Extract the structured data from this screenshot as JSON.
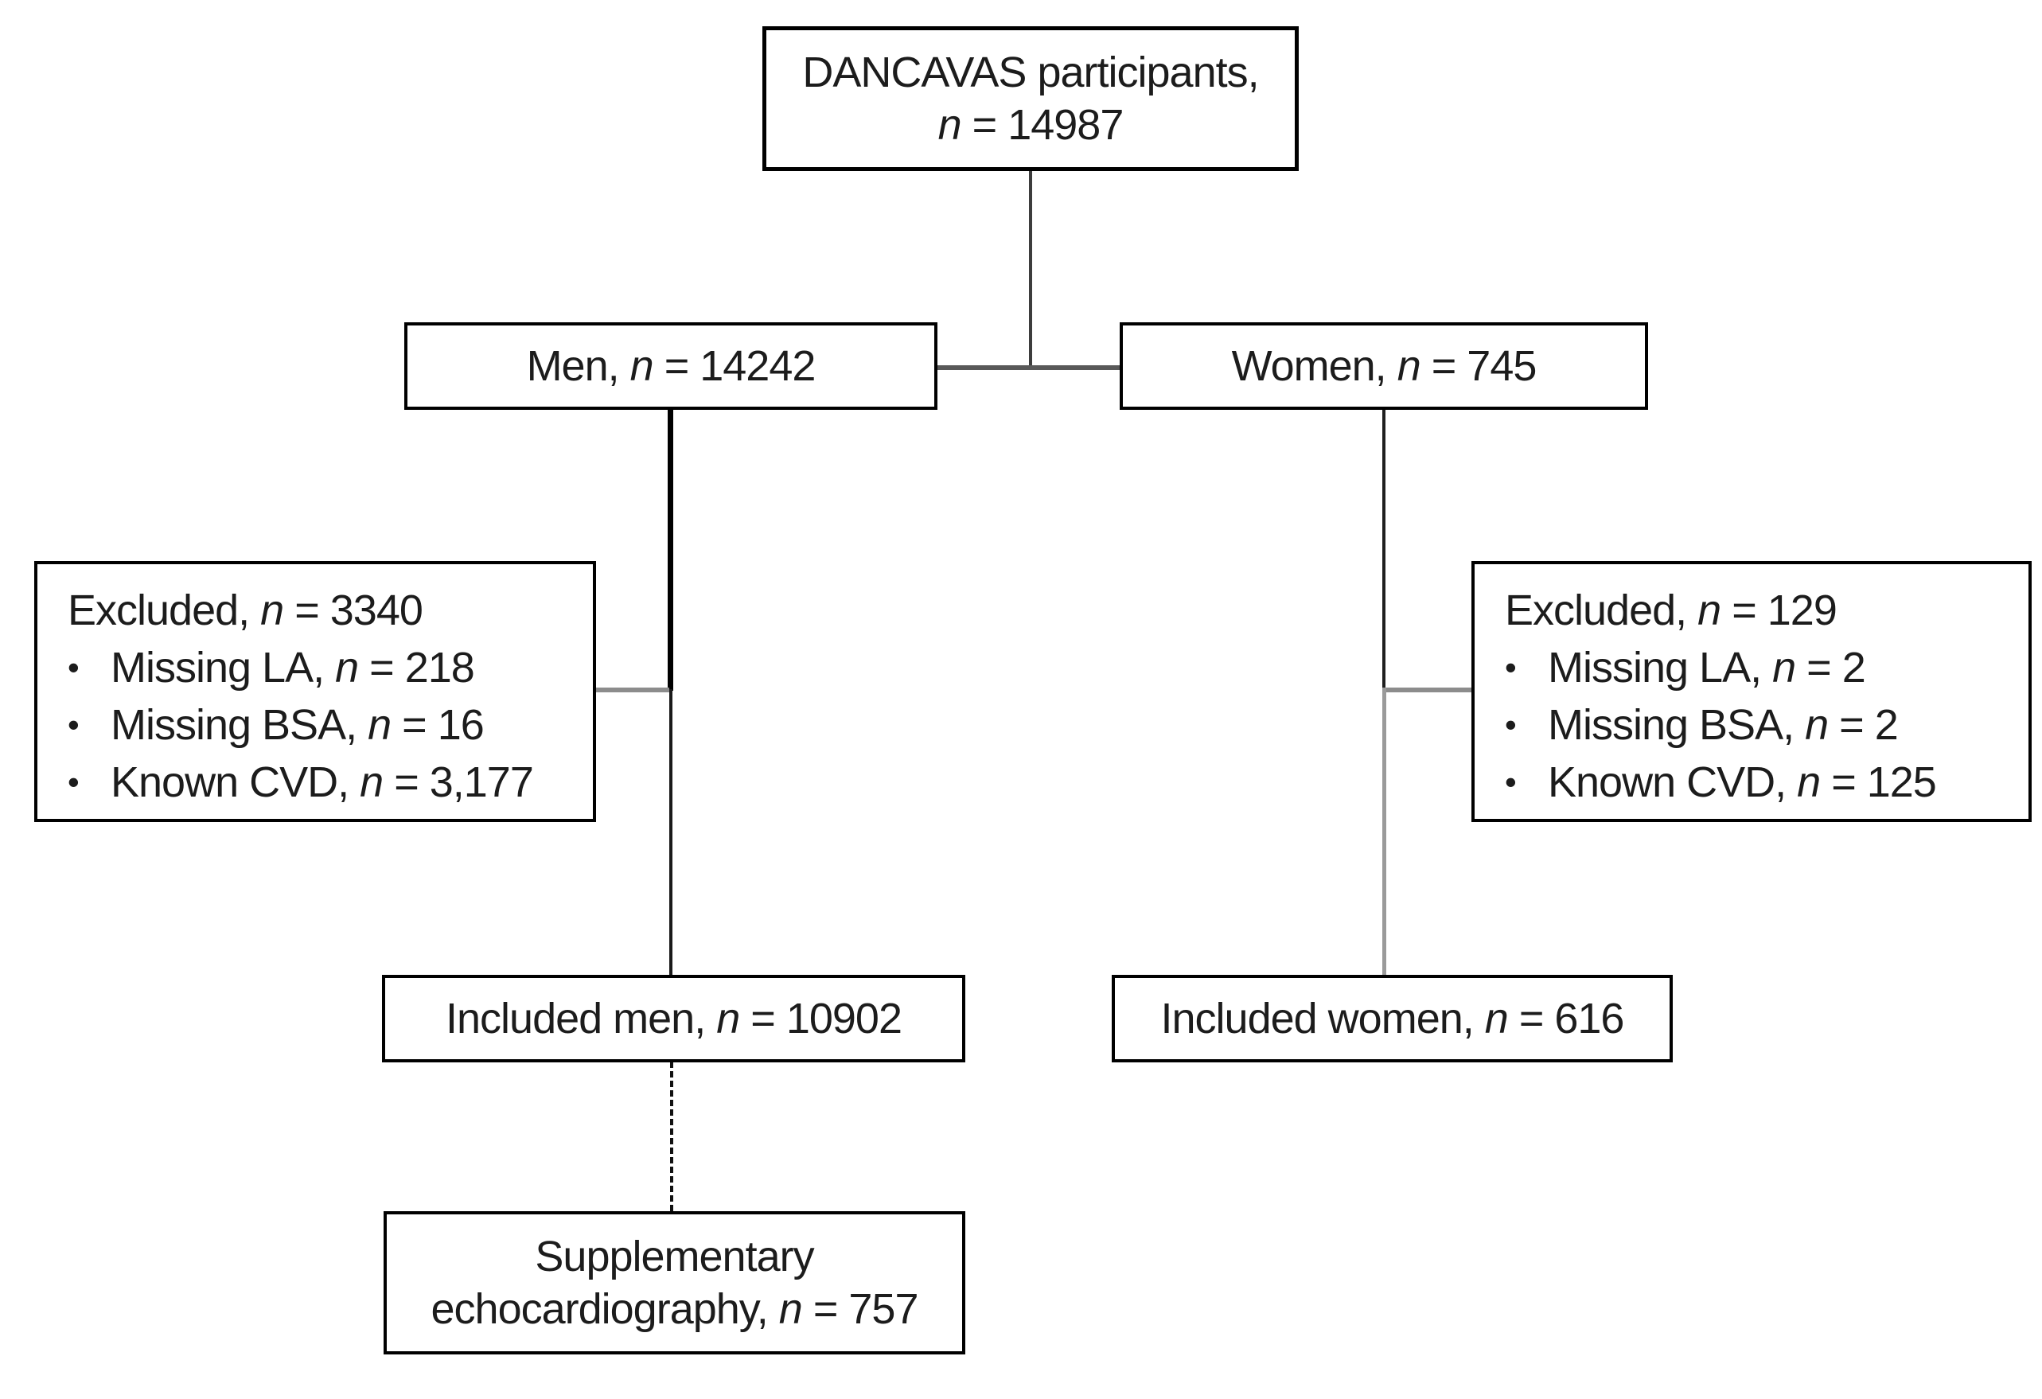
{
  "labels": {
    "n": "n",
    "eq": " = ",
    "bullet": "•"
  },
  "colors": {
    "box_border": "#000000",
    "text": "#1c1c1c",
    "connector_dark": "#1a1a1a",
    "connector_gray": "#8c8c8c",
    "background": "#ffffff"
  },
  "diagram": {
    "title_box": {
      "line1": "DANCAVAS participants,",
      "value": "14987"
    },
    "men_box": {
      "prefix": "Men, ",
      "value": "14242"
    },
    "women_box": {
      "prefix": "Women, ",
      "value": "745"
    },
    "excluded_men_box": {
      "heading_prefix": "Excluded, ",
      "heading_value": "3340",
      "bullets": [
        {
          "prefix": "Missing LA, ",
          "value": "218"
        },
        {
          "prefix": "Missing BSA, ",
          "value": "16"
        },
        {
          "prefix": "Known CVD, ",
          "value": "3,177"
        }
      ]
    },
    "excluded_women_box": {
      "heading_prefix": "Excluded, ",
      "heading_value": "129",
      "bullets": [
        {
          "prefix": "Missing LA, ",
          "value": "2"
        },
        {
          "prefix": "Missing BSA, ",
          "value": "2"
        },
        {
          "prefix": "Known CVD, ",
          "value": "125"
        }
      ]
    },
    "included_men_box": {
      "prefix": "Included men, ",
      "value": "10902"
    },
    "included_women_box": {
      "prefix": "Included women, ",
      "value": "616"
    },
    "supplementary_box": {
      "line1": "Supplementary",
      "line2_prefix": "echocardiography, ",
      "value": "757"
    }
  }
}
